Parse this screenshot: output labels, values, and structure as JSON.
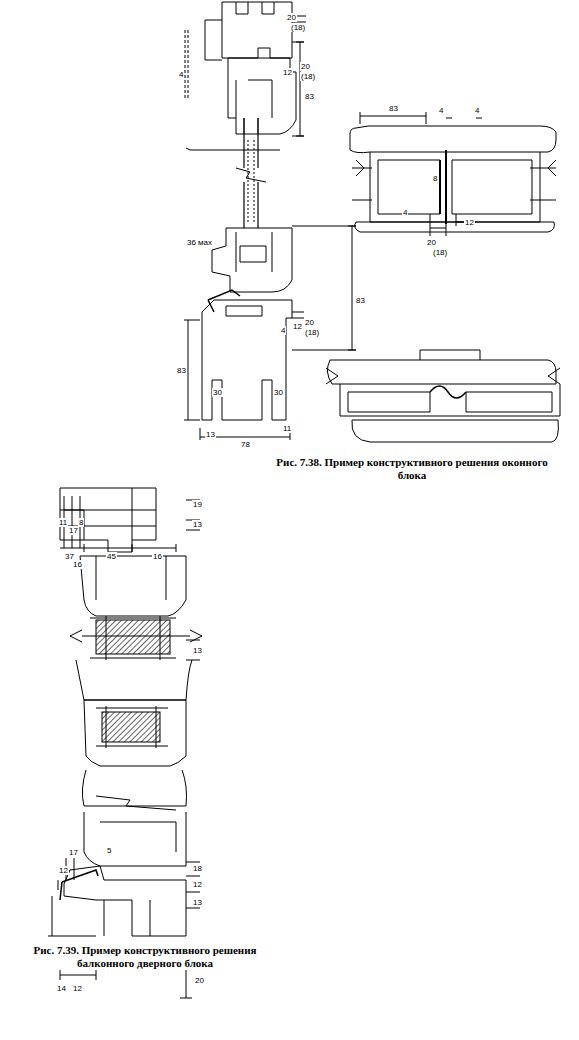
{
  "diagram": {
    "labels": [
      "20",
      "(18)",
      "4",
      "12",
      "20",
      "(18)",
      "83",
      "36 мах",
      "4",
      "12",
      "20",
      "(18)",
      "83",
      "83",
      "30",
      "30",
      "13",
      "11",
      "78",
      "83",
      "4",
      "4",
      "8",
      "4",
      "12",
      "20",
      "(18)",
      "Рис. 7.38. Пример конструктивного решения оконного блока",
      "11",
      "17",
      "8",
      "19",
      "13",
      "37",
      "45",
      "16",
      "16",
      "13",
      "5",
      "12",
      "17",
      "18",
      "12",
      "13",
      "14",
      "12",
      "20",
      "Рис. 7.39. Пример конструктивного решения балконного дверного блока"
    ]
  }
}
